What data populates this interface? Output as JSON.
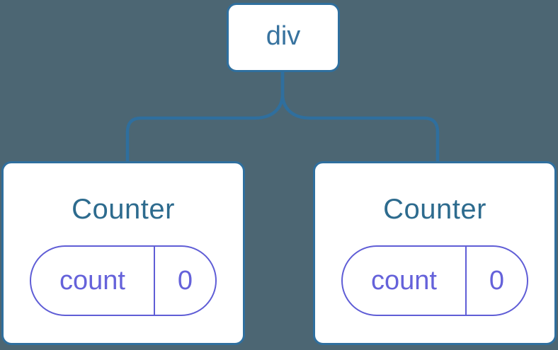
{
  "diagram": {
    "type": "component-tree",
    "background_color": "#4C6673",
    "connector_color": "#2F6F9E",
    "root": {
      "label": "div"
    },
    "children": [
      {
        "title": "Counter",
        "state": {
          "key": "count",
          "value": "0"
        }
      },
      {
        "title": "Counter",
        "state": {
          "key": "count",
          "value": "0"
        }
      }
    ],
    "colors": {
      "node_border": "#2F6F9E",
      "root_label_text": "#38739F",
      "counter_title_text": "#2D6B8E",
      "state_pill_border": "#5F5DD6",
      "state_pill_text": "#6562DA",
      "card_background": "#FFFFFF"
    }
  }
}
